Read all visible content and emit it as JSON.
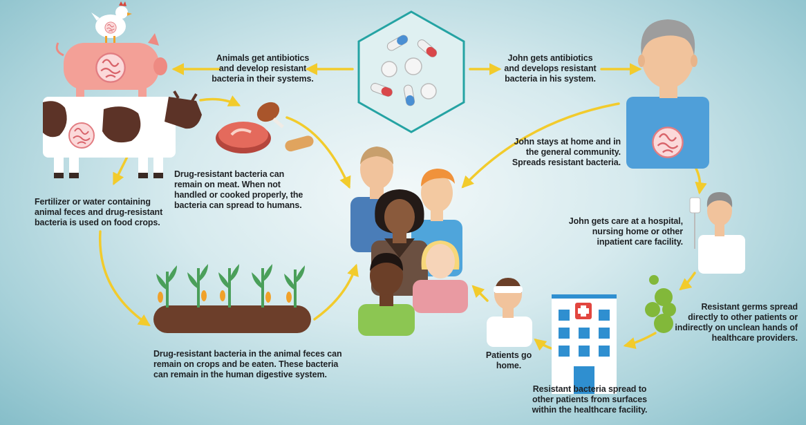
{
  "captions": {
    "animals_get_antibiotics": "Animals get antibiotics\nand develop resistant\nbacteria in their systems.",
    "john_gets_antibiotics": "John gets antibiotics\nand develops resistant\nbacteria in his system.",
    "john_stays_home": "John stays at home and in\nthe general community.\nSpreads resistant bacteria.",
    "meat_bacteria": "Drug-resistant bacteria can\nremain on meat. When not\nhandled or cooked properly, the\nbacteria can spread to humans.",
    "fertilizer": "Fertilizer or water containing\nanimal feces and drug-resistant\nbacteria is used on food crops.",
    "john_hospital": "John gets care at a hospital,\nnursing home or other\ninpatient care facility.",
    "germs_spread": "Resistant germs spread\ndirectly to other patients or\nindirectly on unclean hands of\nhealthcare providers.",
    "crops_bacteria": "Drug-resistant bacteria in the animal feces can\nremain on crops and be eaten. These bacteria\ncan remain in the human digestive system.",
    "patients_home": "Patients go\nhome.",
    "surfaces_spread": "Resistant bacteria spread to\nother patients from surfaces\nwithin the healthcare facility."
  },
  "icons": [
    "pills-hexagon-icon",
    "chicken-icon",
    "pig-icon",
    "cow-icon",
    "meat-icon",
    "crops-icon",
    "people-group-icon",
    "john-person-icon",
    "john-patient-icon",
    "germs-icon",
    "hospital-icon",
    "patient-bandaged-icon"
  ],
  "colors": {
    "arrow": "#f2cb2c",
    "pig": "#f3a097",
    "cow_spot": "#5c3327",
    "gut": "#f4a5a8",
    "shirt_john": "#4f9fd9",
    "hexagon": "#25a3a3",
    "germs": "#82b83a",
    "hospital": "#2f8fd0",
    "cross": "#e2463f"
  }
}
